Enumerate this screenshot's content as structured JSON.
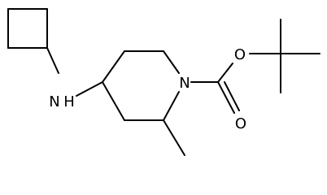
{
  "molecule": {
    "atom_labels": {
      "amine_nitrogen": "N",
      "amine_hydrogen": "H",
      "ring_nitrogen": "N",
      "ether_oxygen": "O",
      "carbonyl_oxygen": "O"
    }
  }
}
